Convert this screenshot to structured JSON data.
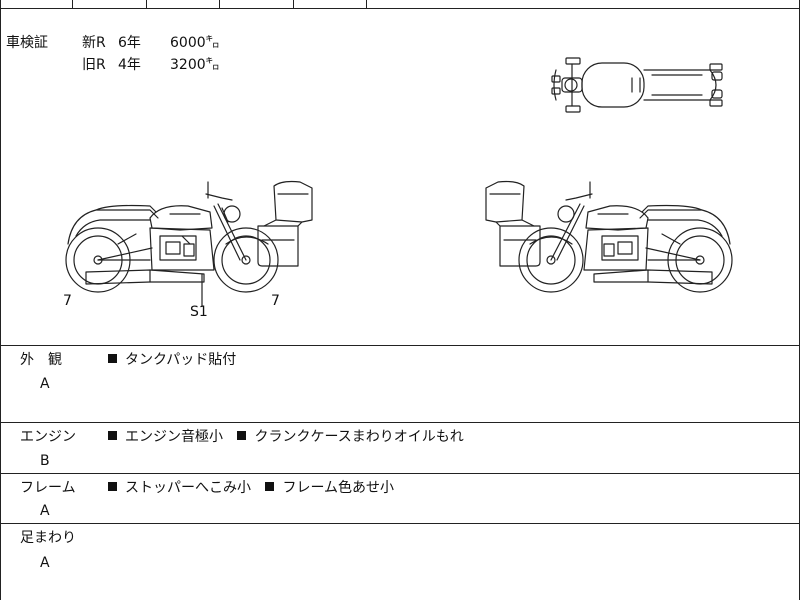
{
  "header_strip": {
    "cells": [
      "",
      "",
      "",
      "",
      "",
      ""
    ]
  },
  "inspection": {
    "label": "車検証",
    "rows": [
      {
        "kind": "新R",
        "years": "6年",
        "distance": "6000㌔"
      },
      {
        "kind": "旧R",
        "years": "4年",
        "distance": "3200㌔"
      }
    ]
  },
  "damage_markers": {
    "left_rear": "7",
    "left_exhaust": "S1",
    "left_front": "7"
  },
  "sections": [
    {
      "label": "外　観",
      "grade": "A",
      "notes": [
        "タンクパッド貼付"
      ]
    },
    {
      "label": "エンジン",
      "grade": "B",
      "notes": [
        "エンジン音極小",
        "クランクケースまわりオイルもれ"
      ]
    },
    {
      "label": "フレーム",
      "grade": "A",
      "notes": [
        "ストッパーへこみ小",
        "フレーム色あせ小"
      ]
    },
    {
      "label": "足まわり",
      "grade": "A",
      "notes": []
    }
  ],
  "colors": {
    "line": "#222222",
    "text": "#111111"
  }
}
